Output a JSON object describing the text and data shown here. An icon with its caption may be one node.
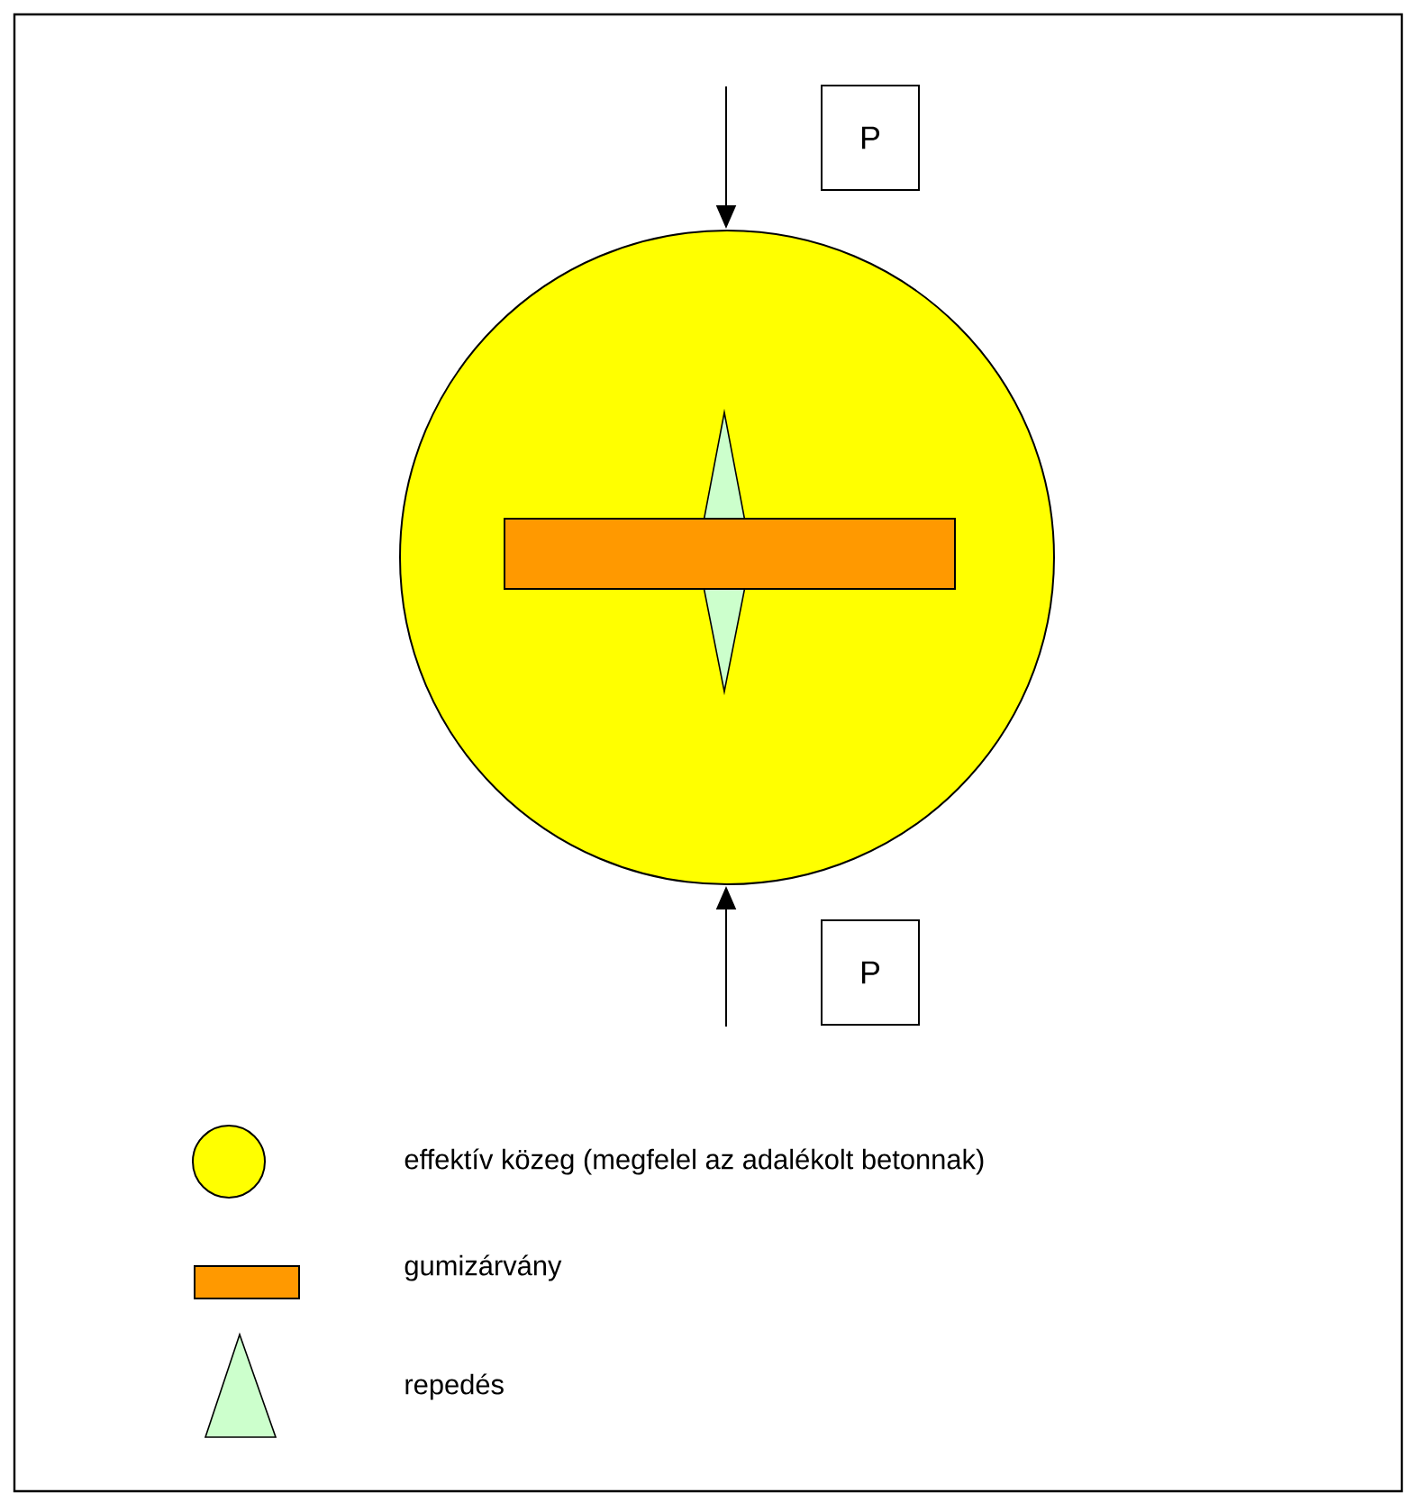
{
  "diagram": {
    "nodes": [
      {
        "text": [
          "P"
        ]
      },
      {
        "text": [
          "P"
        ]
      }
    ],
    "edges": [],
    "legend": [
      {
        "text": "effektív közeg (megfelel az adalékolt betonnak)"
      },
      {
        "text": "gumizárvány"
      },
      {
        "text": "repedés"
      }
    ]
  }
}
